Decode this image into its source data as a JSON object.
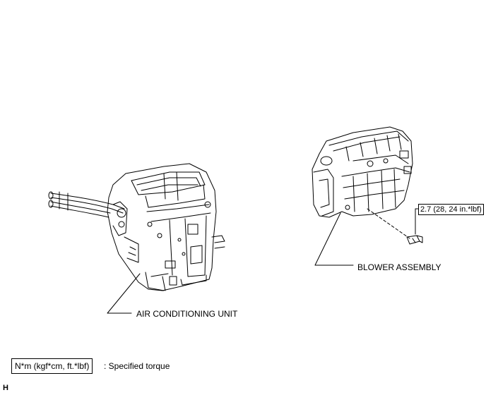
{
  "labels": {
    "ac_unit": "AIR CONDITIONING UNIT",
    "blower": "BLOWER ASSEMBLY",
    "torque": "2.7 (28, 24 in.*lbf)"
  },
  "legend": {
    "unit": "N*m (kgf*cm, ft.*lbf)",
    "desc": ": Specified torque"
  },
  "corner_mark": "H"
}
